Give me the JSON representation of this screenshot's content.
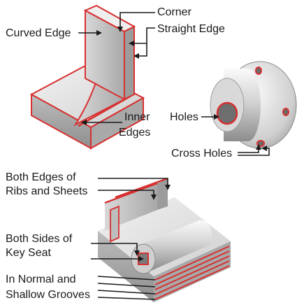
{
  "labels": {
    "corner": "Corner",
    "curved_edge": "Curved Edge",
    "straight_edge": "Straight Edge",
    "inner_edges_line1": "Inner",
    "inner_edges_line2": "Edges",
    "holes": "Holes",
    "cross_holes": "Cross Holes",
    "ribs_line1": "Both Edges of",
    "ribs_line2": "Ribs and Sheets",
    "keyseat_line1": "Both Sides of",
    "keyseat_line2": "Key Seat",
    "grooves_line1": "In Normal and",
    "grooves_line2": "Shallow Grooves"
  },
  "colors": {
    "highlight": "#d83030",
    "metal_light": "#e6e6e6",
    "metal_mid": "#c4c4c4",
    "metal_dark": "#9a9a9a",
    "leader": "#1a1a1a"
  }
}
